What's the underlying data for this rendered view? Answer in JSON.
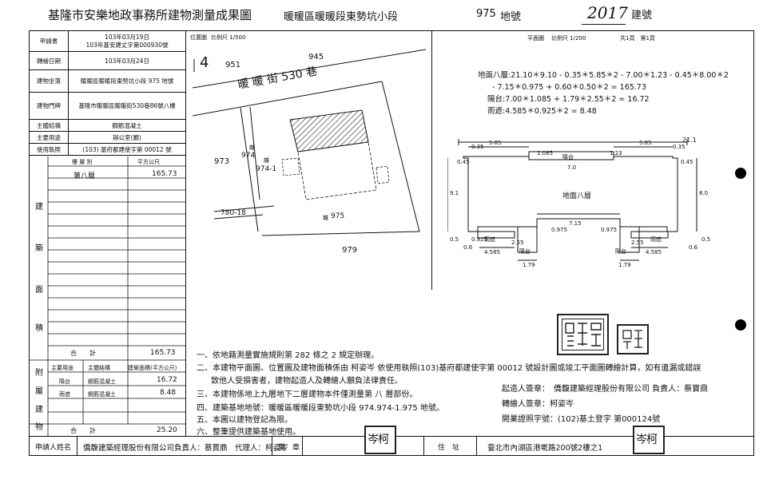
{
  "header": {
    "title": "基隆市安樂地政事務所建物測量成果圖",
    "section": "暖暖區暖暖段東勢坑小段",
    "lot_number": "975",
    "lot_suffix": "地號",
    "handwritten_number": "2017",
    "building_suffix": "建號"
  },
  "info_table": {
    "rows": [
      {
        "label": "申請書",
        "value": "103年03月19日",
        "value2": "103年基安建丈字第000930號"
      },
      {
        "label": "轉繪日期",
        "value": "103年03月24日"
      },
      {
        "label": "建物坐落",
        "value": "暖暖區暖暖段東勢坑小段 975 地號"
      },
      {
        "label": "建物門牌",
        "value": "基隆市暖暖區暖暖街530巷86號八樓"
      },
      {
        "label": "主體結構",
        "value": "鋼筋混凝土"
      },
      {
        "label": "主要用途",
        "value": "辦公室(廳)"
      },
      {
        "label": "使用執照",
        "value": "(103) 基府都建使字第 00012 號"
      }
    ],
    "floor_header": {
      "col1": "樓 層 別",
      "col2": "平方公尺"
    },
    "floors": [
      {
        "name": "第八層",
        "area": "165.73"
      }
    ],
    "side_label": [
      "建",
      "築",
      "面",
      "積"
    ],
    "total_label": "合　　計",
    "total_area": "165.73",
    "aux_side_label": [
      "附",
      "屬",
      "建",
      "物"
    ],
    "aux_header": {
      "use": "主要用途",
      "struct": "主體結構",
      "area": "建築面積(平方公尺)"
    },
    "aux_rows": [
      {
        "use": "陽台",
        "struct": "鋼筋混凝土",
        "area": "16.72"
      },
      {
        "use": "雨遮",
        "struct": "鋼筋混凝土",
        "area": "8.48"
      }
    ],
    "aux_total_label": "合　　計",
    "aux_total_area": "25.20"
  },
  "site_plan": {
    "caption": "位置圖",
    "scale": "比例尺 1/500",
    "north_mark": "4",
    "lots": [
      "951",
      "945",
      "973",
      "974",
      "974-1",
      "780-18",
      "975",
      "979"
    ],
    "street": "暖 暖 街 530 巷",
    "lot_prefix": "雜",
    "lot_prefix_b": "雜"
  },
  "floor_plan": {
    "caption": "平面圖",
    "scale": "比例尺 1/200",
    "pages": "共1頁　第1頁",
    "formula_main": "地面八層:21.10＊9.10 - 0.35＊5.85＊2 - 7.00＊1.23 - 0.45＊8.00＊2",
    "formula_main2": "- 7.15＊0.975 + 0.60＊0.50＊2 = 165.73",
    "formula_balcony": "陽台:7.00＊1.085 + 1.79＊2.55＊2 = 16.72",
    "formula_canopy": "雨遮:4.585＊0.925＊2 = 8.48",
    "room_label": "地面八層",
    "balcony": "陽台",
    "canopy": "雨遮",
    "dims": {
      "total_width": "21.1",
      "top_left": "5.85",
      "top_right": "5.85",
      "top_balcony": "7.0",
      "depth": "9.1",
      "inner_depth": "8.0",
      "left_notch": "0.45",
      "right_notch": "0.45",
      "corner": "0.35",
      "mid_bottom": "7.15",
      "bottom_left": "4.585",
      "bottom_right": "4.585",
      "small_a": "1.79",
      "small_b": "1.79",
      "v1": "1.085",
      "v2": "0.975",
      "v3": "2.55",
      "v4": "0.5",
      "v5": "0.6",
      "v6": "0.925",
      "v7": "1.23"
    }
  },
  "notes": [
    "一、依地籍測量實施規則第 282 條之 2 規定辦理。",
    "二、本建物平面圖、位置圖及建物面積係由 柯姿岑 依使用執照(103)基府都建使字第 00012 號設計圖或竣工平面圖轉繪計算，如有遺漏或錯誤",
    "致他人受損害者，建物起造人及轉繪人願負法律責任。",
    "三、本建物係地上九層地下二層建物本件僅測量第 八 層部份。",
    "四、建築基地地號：暖暖區暖暖段東勢坑小段 974.974-1.975 地號。",
    "五、本圖以建物登記為限。",
    "六、整筆提供建築基地使用。"
  ],
  "signatures": {
    "builder": "起造人簽章：　僑馥建築經理股份有限公司 負責人：蔡寶鼎",
    "drafter": "轉繪人簽章：柯姿岑",
    "license": "開業證照字號：(102)基土登字 第000124號",
    "seal_mark": "岑柯",
    "seal_mark2": "岑柯"
  },
  "bottom": {
    "applicant_label": "申請人姓名",
    "applicant": "僑馥建築經理股份有限公司負責人：蔡寶鼎　代理人：柯姿岑",
    "seal_label": "蓋　章",
    "address_label": "住　址",
    "address": "臺北市內湖區港墘路200號2樓之1"
  }
}
